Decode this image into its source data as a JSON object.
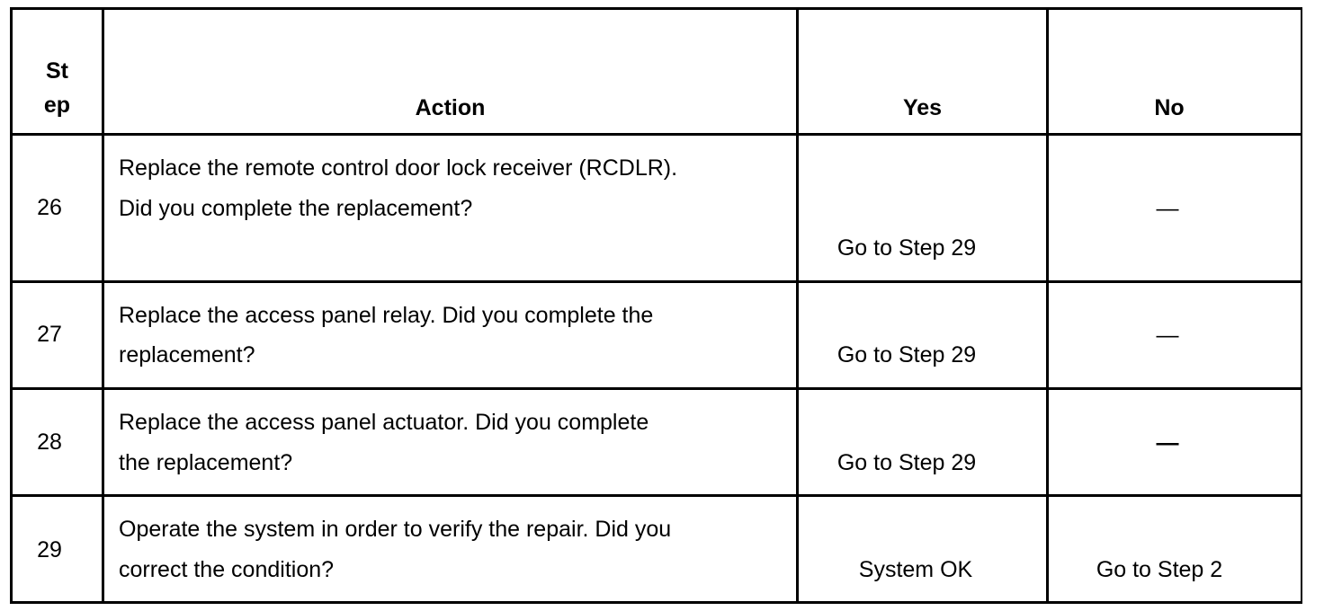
{
  "table": {
    "headers": {
      "step": "St\nep",
      "action": "Action",
      "yes": "Yes",
      "no": "No"
    },
    "rows": [
      {
        "step": "26",
        "action_line1": "Replace the remote control door lock receiver (RCDLR).",
        "action_line2": "Did you complete the replacement?",
        "yes": "Go to Step 29",
        "no": "—"
      },
      {
        "step": "27",
        "action_line1": "Replace the access panel relay. Did you complete the",
        "action_line2": "replacement?",
        "yes": "Go to Step 29",
        "no": "—"
      },
      {
        "step": "28",
        "action_line1": "Replace the access panel actuator. Did you complete",
        "action_line2": "the replacement?",
        "yes": "Go to Step 29",
        "no": "—"
      },
      {
        "step": "29",
        "action_line1": "Operate the system in order to verify the repair. Did you",
        "action_line2": "correct the condition?",
        "yes": "System OK",
        "no": "Go to Step 2"
      }
    ]
  }
}
